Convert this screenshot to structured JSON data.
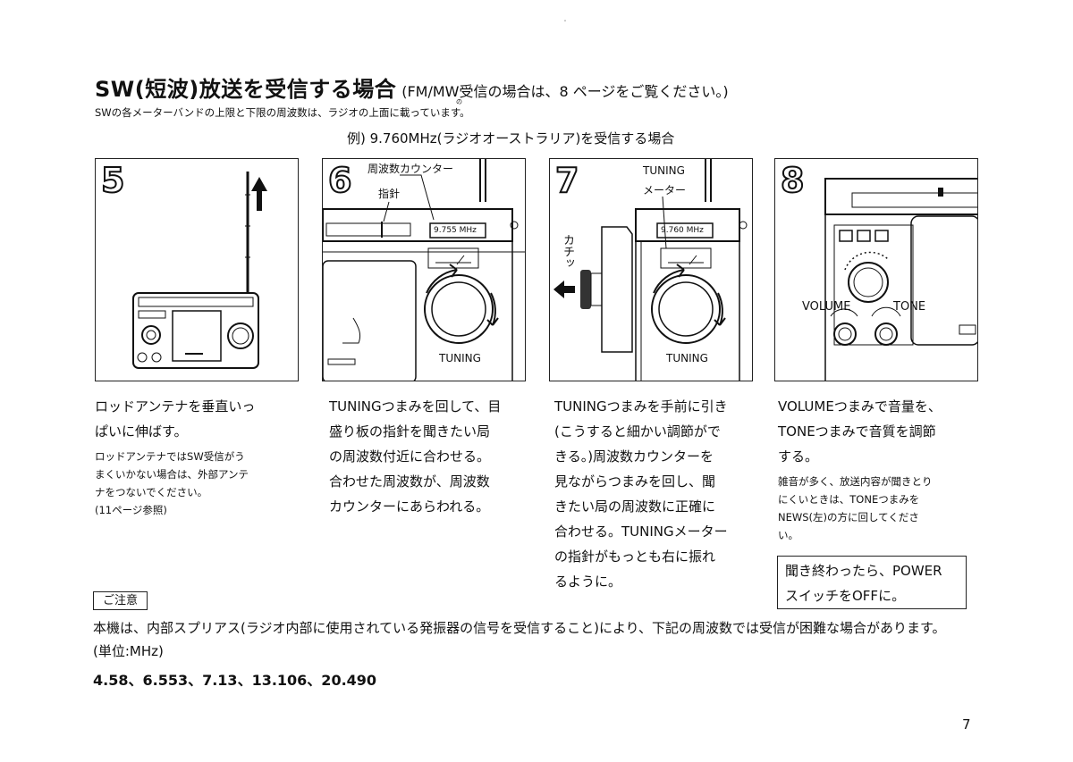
{
  "header": {
    "title": "SW(短波)放送を受信する場合",
    "title_note": "(FM/MW受信の場合は、8 ページをご覧ください。)",
    "subtitle": "SWの各メーターバンドの上限と下限の周波数は、ラジオの上面に載っています。",
    "ruby": "の",
    "example": "例) 9.760MHz(ラジオオーストラリア)を受信する場合"
  },
  "steps": [
    {
      "number": "5",
      "main_text": [
        "ロッドアンテナを垂直いっ",
        "ぱいに伸ばす。"
      ],
      "note_lines": [
        "ロッドアンテナではSW受信がう",
        "まくいかない場合は、外部アンテ",
        "ナをつないでください。",
        "(11ページ参照)"
      ]
    },
    {
      "number": "6",
      "labels": {
        "counter": "周波数カウンター",
        "needle": "指針",
        "knob": "TUNING",
        "display": "9.755 MHz"
      },
      "main_text": [
        "TUNINGつまみを回して、目",
        "盛り板の指針を聞きたい局",
        "の周波数付近に合わせる。",
        "合わせた周波数が、周波数",
        "カウンターにあらわれる。"
      ]
    },
    {
      "number": "7",
      "labels": {
        "meter_1": "TUNING",
        "meter_2": "メーター",
        "click": "カチッ",
        "knob": "TUNING",
        "display": "9.760 MHz"
      },
      "main_text": [
        "TUNINGつまみを手前に引き",
        "(こうすると細かい調節がで",
        "きる。)周波数カウンターを",
        "見ながらつまみを回し、聞",
        "きたい局の周波数に正確に",
        "合わせる。TUNINGメーター",
        "の指針がもっとも右に振れ",
        "るように。"
      ]
    },
    {
      "number": "8",
      "labels": {
        "volume": "VOLUME",
        "tone": "TONE"
      },
      "main_text": [
        "VOLUMEつまみで音量を、",
        "TONEつまみで音質を調節",
        "する。"
      ],
      "note_lines": [
        "雑音が多く、放送内容が聞きとり",
        "にくいときは、TONEつまみを",
        "NEWS(左)の方に回してくださ",
        "い。"
      ],
      "box_lines": [
        "聞き終わったら、POWER",
        "スイッチをOFFに。"
      ]
    }
  ],
  "caution": {
    "label": "ご注意",
    "body": "本機は、内部スプリアス(ラジオ内部に使用されている発振器の信号を受信すること)により、下記の周波数では受信が困難な場合があります。(単位:MHz)",
    "frequencies": "4.58、6.553、7.13、13.106、20.490"
  },
  "page_number": "7",
  "top_mark": "・"
}
